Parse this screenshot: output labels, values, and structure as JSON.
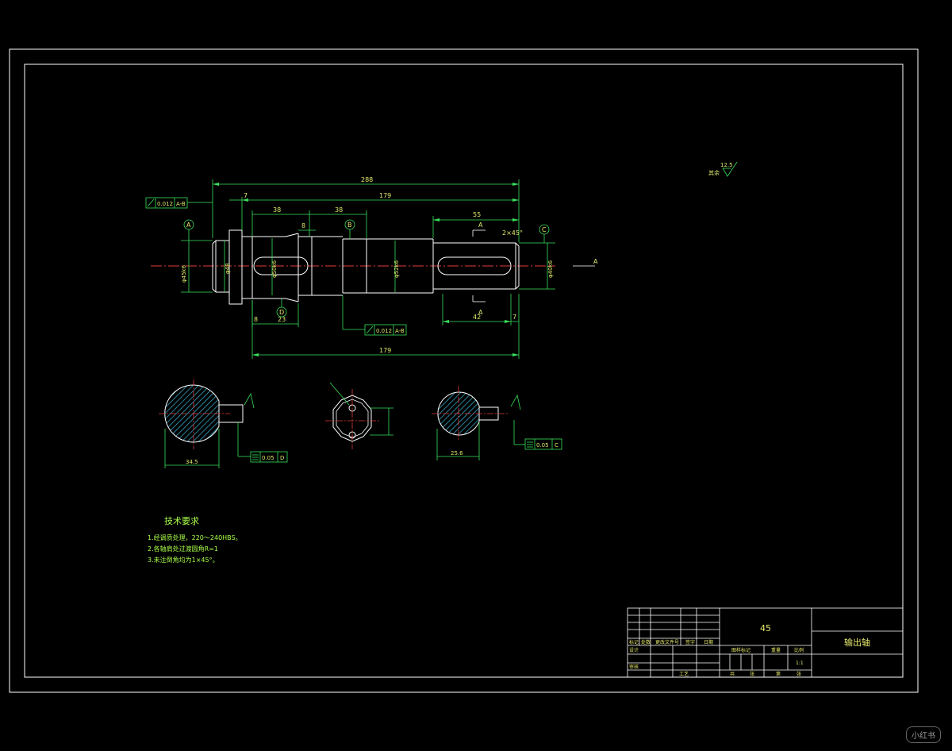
{
  "dimensions": {
    "overall_length": "288",
    "len_179_top": "179",
    "len_179_bottom": "179",
    "step_7_left": "7",
    "step_7_right": "7",
    "seg_38_a": "38",
    "seg_38_b": "38",
    "key_8_small": "8",
    "key_55": "55",
    "key_42": "42",
    "off_8": "8",
    "off_23": "23",
    "chamfer": "2×45°",
    "roughness_value": "12.5",
    "roughness_label": "其余",
    "section_a_width": "34.5",
    "section_c_width": "25.6"
  },
  "tolerances": {
    "runout_top": {
      "value": "0.012",
      "datum": "A-B"
    },
    "runout_mid": {
      "value": "0.012",
      "datum": "A-B"
    },
    "symmetry_d": {
      "value": "0.05",
      "datum": "D"
    },
    "symmetry_c": {
      "value": "0.05",
      "datum": "C"
    }
  },
  "datums": {
    "a": "A",
    "b": "B",
    "c": "C",
    "d": "D",
    "section_a_top": "A",
    "section_a_bottom": "A",
    "side_a": "A"
  },
  "tech_requirements": {
    "title": "技术要求",
    "lines": [
      "1.经调质处理，220～240HBS。",
      "2.各轴肩处过渡圆角R=1",
      "3.未注倒角均为1×45°。"
    ]
  },
  "title_block": {
    "material": "45",
    "part_name": "输出轴",
    "scale_value": "1:1",
    "labels": {
      "mark": "标记",
      "count": "处数",
      "doc_no": "更改文件号",
      "sign": "签字",
      "date": "日期",
      "design": "设计",
      "audit": "审核",
      "process": "工艺",
      "stage_mark": "图样标记",
      "weight": "重量",
      "scale": "比例",
      "sheet_total": "共",
      "sheet": "张",
      "sheet_no": "第",
      "sheet2": "张"
    }
  },
  "watermark": "小红书",
  "colors": {
    "background": "#000000",
    "outline": "#ffffff",
    "dimension": "#39e05a",
    "centerline": "#e23b3b",
    "hatch": "#3ec6e8",
    "text": "#dfe86a"
  }
}
